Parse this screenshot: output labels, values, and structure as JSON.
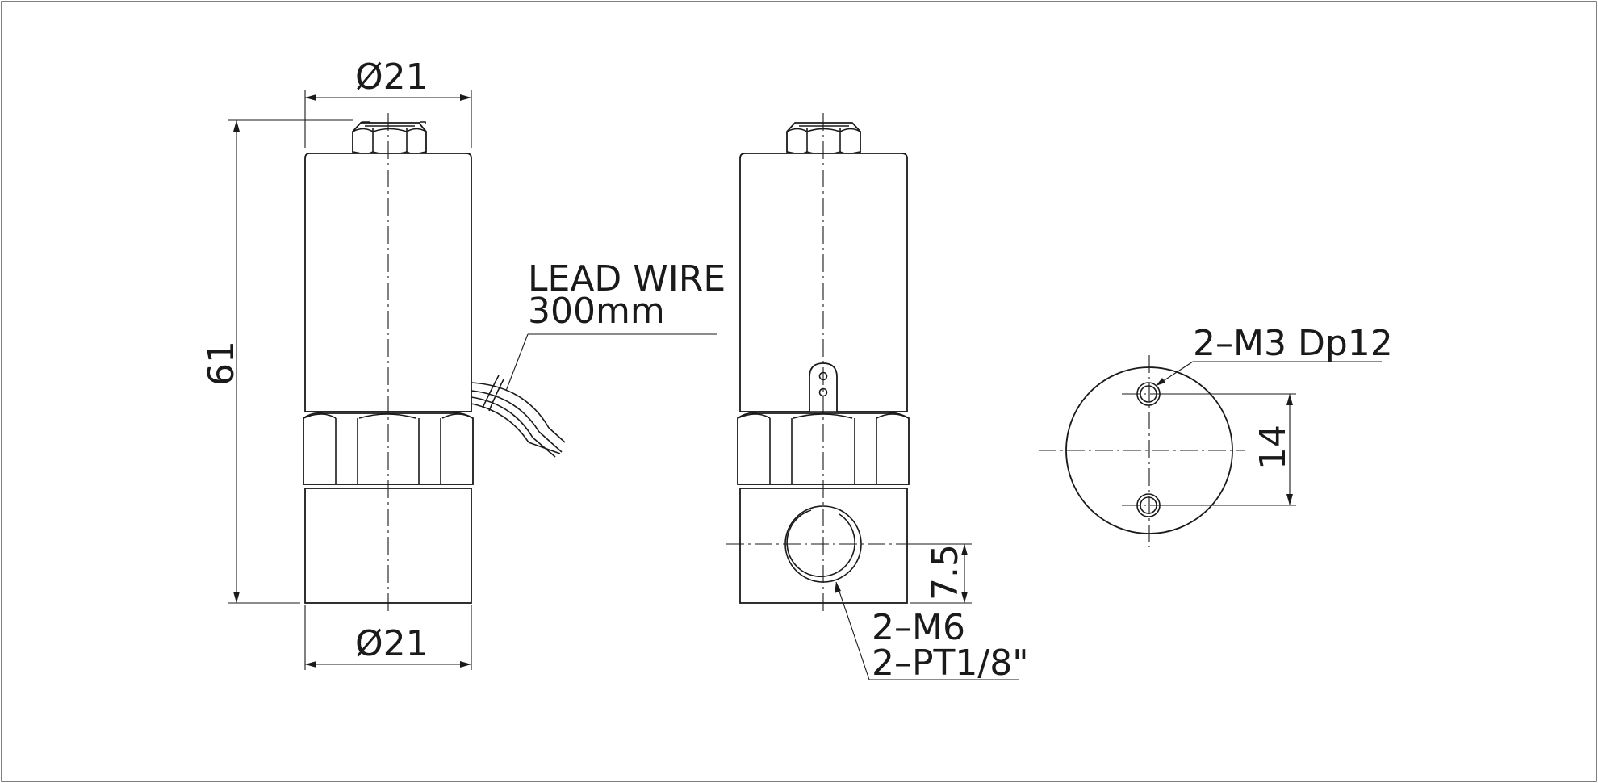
{
  "dimensions": {
    "top_diameter": "Ø21",
    "bottom_diameter": "Ø21",
    "overall_height": "61",
    "port_height": "7.5",
    "hole_spacing": "14"
  },
  "annotations": {
    "lead_wire_line1": "LEAD WIRE",
    "lead_wire_line2": "300mm",
    "port_thread_line1": "2–M6",
    "port_thread_line2": "2–PT1/8\"",
    "mount_holes": "2–M3 Dp12"
  },
  "colors": {
    "line": "#1a1a1a",
    "background": "#ffffff",
    "frame": "#555555"
  }
}
